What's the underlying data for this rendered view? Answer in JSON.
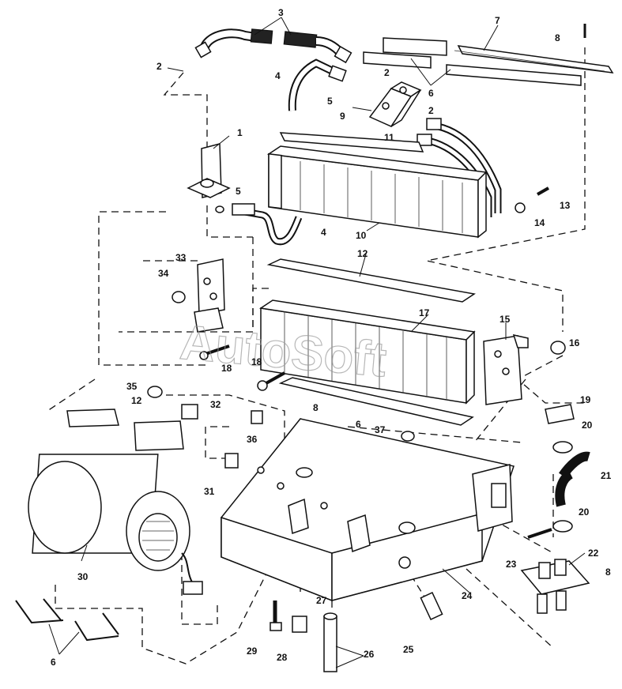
{
  "watermark": "AutoSoft",
  "callouts": {
    "c1": "1",
    "c2a": "2",
    "c2b": "2",
    "c2c": "2",
    "c3": "3",
    "c4a": "4",
    "c4b": "4",
    "c5a": "5",
    "c5b": "5",
    "c6a": "6",
    "c6b": "6",
    "c6c": "6",
    "c7": "7",
    "c8a": "8",
    "c8b": "8",
    "c8c": "8",
    "c9": "9",
    "c10": "10",
    "c11": "11",
    "c12a": "12",
    "c12b": "12",
    "c13": "13",
    "c14": "14",
    "c15": "15",
    "c16": "16",
    "c17": "17",
    "c18a": "18",
    "c18b": "18",
    "c19": "19",
    "c20a": "20",
    "c20b": "20",
    "c21": "21",
    "c22": "22",
    "c23": "23",
    "c24": "24",
    "c25": "25",
    "c26": "26",
    "c27": "27",
    "c28": "28",
    "c29": "29",
    "c30": "30",
    "c31": "31",
    "c32": "32",
    "c33": "33",
    "c34": "34",
    "c35": "35",
    "c36": "36",
    "c37": "37"
  }
}
